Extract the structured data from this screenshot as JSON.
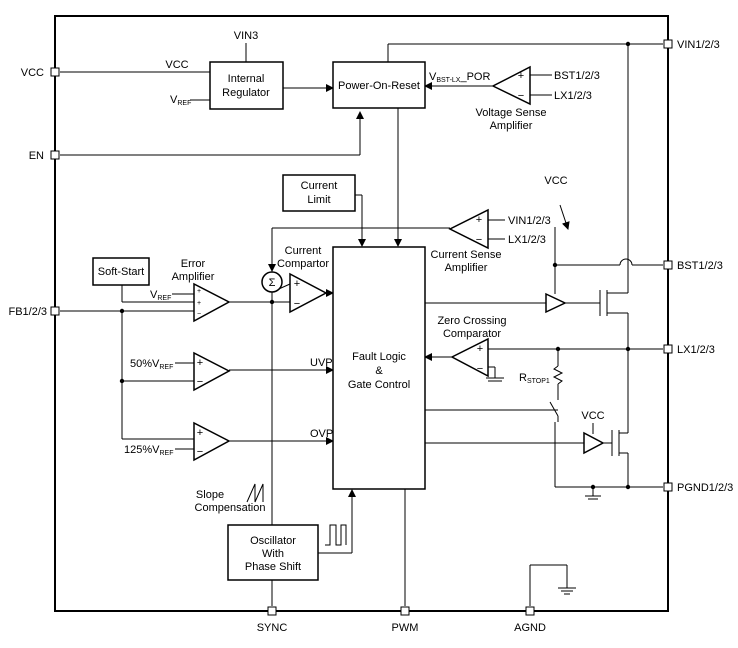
{
  "pins": {
    "vcc": "VCC",
    "en": "EN",
    "fb": "FB1/2/3",
    "vin": "VIN1/2/3",
    "bst": "BST1/2/3",
    "lx": "LX1/2/3",
    "pgnd": "PGND1/2/3",
    "sync": "SYNC",
    "pwm": "PWM",
    "agnd": "AGND"
  },
  "blocks": {
    "regulator_line1": "Internal",
    "regulator_line2": "Regulator",
    "por": "Power-On-Reset",
    "current_limit_line1": "Current",
    "current_limit_line2": "Limit",
    "soft_start": "Soft-Start",
    "logic_line1": "Fault Logic",
    "logic_line2": "&",
    "logic_line3": "Gate Control",
    "osc_line1": "Oscillator",
    "osc_line2": "With",
    "osc_line3": "Phase Shift"
  },
  "labels": {
    "vin3": "VIN3",
    "vcc_wire": "VCC",
    "vref_main": "V",
    "vref_sub": "REF",
    "vbst_main": "V",
    "vbst_sub": "BST-LX",
    "vbst_tail": "_POR",
    "vsense_bst": "BST1/2/3",
    "vsense_lx": "LX1/2/3",
    "vsense_title1": "Voltage Sense",
    "vsense_title2": "Amplifier",
    "vcc_switch": "VCC",
    "csense_vin": "VIN1/2/3",
    "csense_lx": "LX1/2/3",
    "csense_title1": "Current Sense",
    "csense_title2": "Amplifier",
    "ccomp_title1": "Current",
    "ccomp_title2": "Compartor",
    "err_title1": "Error",
    "err_title2": "Amplifier",
    "err_vref_main": "V",
    "err_vref_sub": "REF",
    "uvp_ref_main": "50%V",
    "uvp_ref_sub": "REF",
    "ovp_ref_main": "125%V",
    "ovp_ref_sub": "REF",
    "uvp": "UVP",
    "ovp": "OVP",
    "zc_title1": "Zero Crossing",
    "zc_title2": "Comparator",
    "rstop_main": "R",
    "rstop_sub": "STOP1",
    "vcc_ls": "VCC",
    "slope_title1": "Slope",
    "slope_title2": "Compensation",
    "sigma": "Σ"
  },
  "amp_signs": {
    "plus": "+",
    "minus": "−"
  }
}
